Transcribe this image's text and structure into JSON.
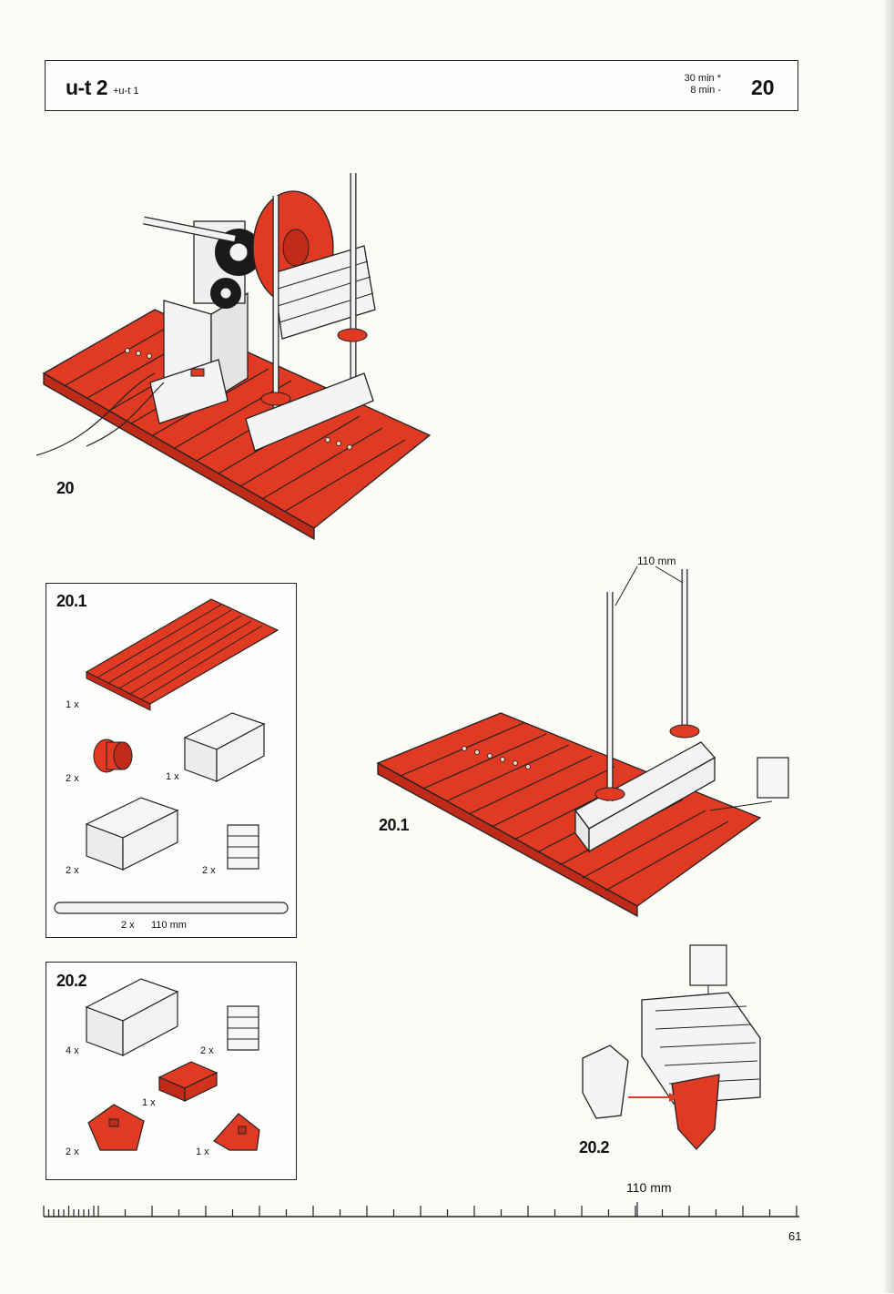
{
  "header": {
    "series": "u-t 2",
    "series_sub": "+u-t 1",
    "time_1": "30 min *",
    "time_2": "8 min -",
    "number": "20"
  },
  "figures": {
    "main_label": "20",
    "step1_label": "20.1",
    "step2_label": "20.2",
    "dimension": "110 mm"
  },
  "parts_20_1": {
    "title": "20.1",
    "baseplate_qty": "1 x",
    "hub_qty": "2 x",
    "block30_qty": "1 x",
    "block45_qty": "2 x",
    "connector_qty": "2 x",
    "axle_qty": "2 x",
    "axle_len": "110 mm"
  },
  "parts_20_2": {
    "title": "20.2",
    "block45_qty": "4 x",
    "connector_qty": "2 x",
    "red_block_qty": "1 x",
    "red_wedge_big_qty": "2 x",
    "red_wedge_small_qty": "1 x"
  },
  "ruler": {
    "label": "110 mm"
  },
  "page_number": "61",
  "colors": {
    "brand_red": "#e03a22",
    "line": "#222222"
  }
}
